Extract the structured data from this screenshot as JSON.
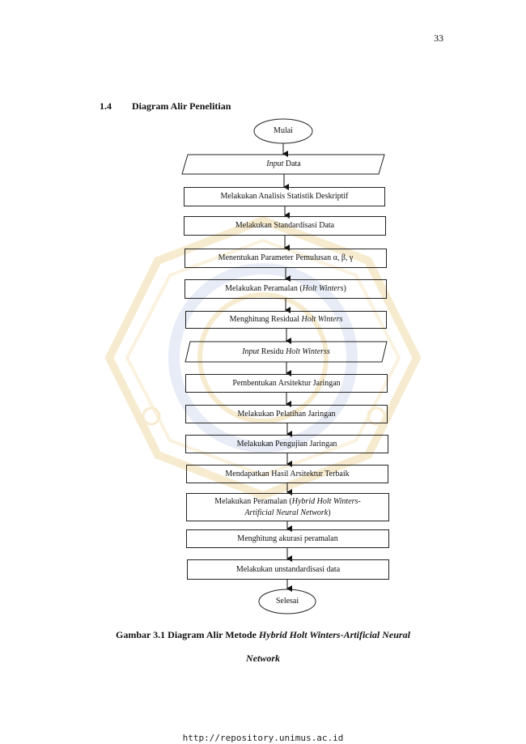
{
  "page_number": "33",
  "section": {
    "number": "1.4",
    "title": "Diagram Alir Penelitian"
  },
  "flowchart": {
    "start": "Mulai",
    "input_data": {
      "italic": "Input",
      "rest": " Data"
    },
    "step1": "Melakukan Analisis Statistik Deskriptif",
    "step2": "Melakukan Standardisasi Data",
    "step3": "Menentukan Parameter Pemulusan α, β, γ",
    "step4": {
      "pre": "Melakukan Peramalan (",
      "italic": "Holt Winters",
      "post": ")"
    },
    "step5": {
      "pre": "Menghitung Residual ",
      "italic": "Holt Winters"
    },
    "input_residu": {
      "italic1": "Input",
      "mid": " Residu ",
      "italic2": "Holt Winterss"
    },
    "step6": "Pembentukan Arsitektur Jaringan",
    "step7": "Melakukan Pelatihan Jaringan",
    "step8": "Melakukan Pengujian Jaringan",
    "step9": "Mendapatkan Hasil Arsitektur Terbaik",
    "step10": {
      "pre": "Melakukan Peramalan (",
      "italic1": "Hybrid Holt Winters-",
      "italic2": "Artificial Neural Network",
      "post": ")"
    },
    "step11": "Menghitung akurasi peramalan",
    "step12": "Melakukan unstandardisasi data",
    "end": "Selesai"
  },
  "caption": {
    "line1_prefix": "Gambar 3.1 Diagram Alir Metode ",
    "line1_italic": "Hybrid Holt Winters-Artificial Neural",
    "line2_italic": "Network"
  },
  "footer_url": "http://repository.unimus.ac.id",
  "watermark": {
    "color": "#f3e3b0",
    "accent": "#cfd8ea"
  }
}
